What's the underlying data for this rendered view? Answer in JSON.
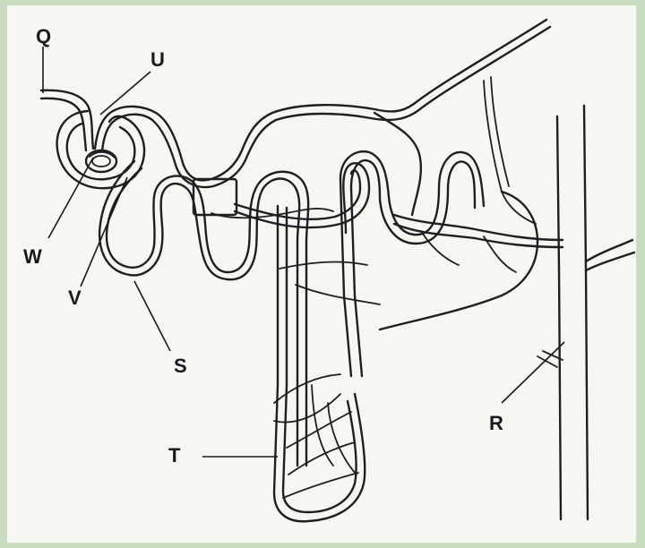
{
  "labels": {
    "Q": "Q",
    "U": "U",
    "W": "W",
    "V": "V",
    "S": "S",
    "T": "T",
    "R": "R"
  },
  "colors": {
    "frame": "#c9dcc0",
    "paper": "#f6f6f3",
    "ink": "#1f1f1f"
  }
}
